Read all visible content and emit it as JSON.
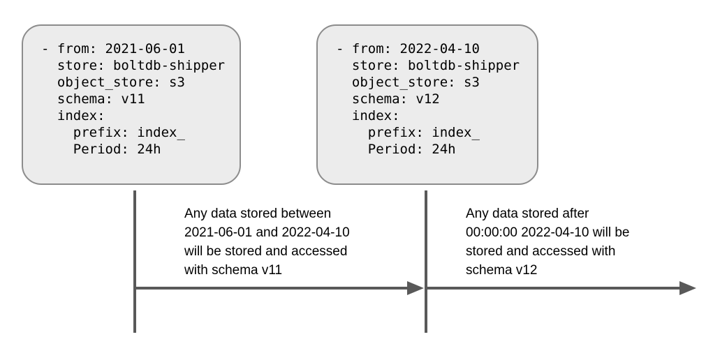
{
  "config_boxes": [
    {
      "code": "- from: 2021-06-01\n  store: boltdb-shipper\n  object_store: s3\n  schema: v11\n  index:\n    prefix: index_\n    Period: 24h"
    },
    {
      "code": "- from: 2022-04-10\n  store: boltdb-shipper\n  object_store: s3\n  schema: v12\n  index:\n    prefix: index_\n    Period: 24h"
    }
  ],
  "annotations": [
    {
      "text": "Any data stored between\n2021-06-01 and 2022-04-10\nwill be stored and accessed\nwith schema v11"
    },
    {
      "text": "Any data stored after\n00:00:00 2022-04-10 will be\nstored and accessed with\nschema v12"
    }
  ],
  "colors": {
    "box_fill": "#ececec",
    "box_border": "#8c8c8c",
    "line": "#595959",
    "text": "#000000"
  }
}
